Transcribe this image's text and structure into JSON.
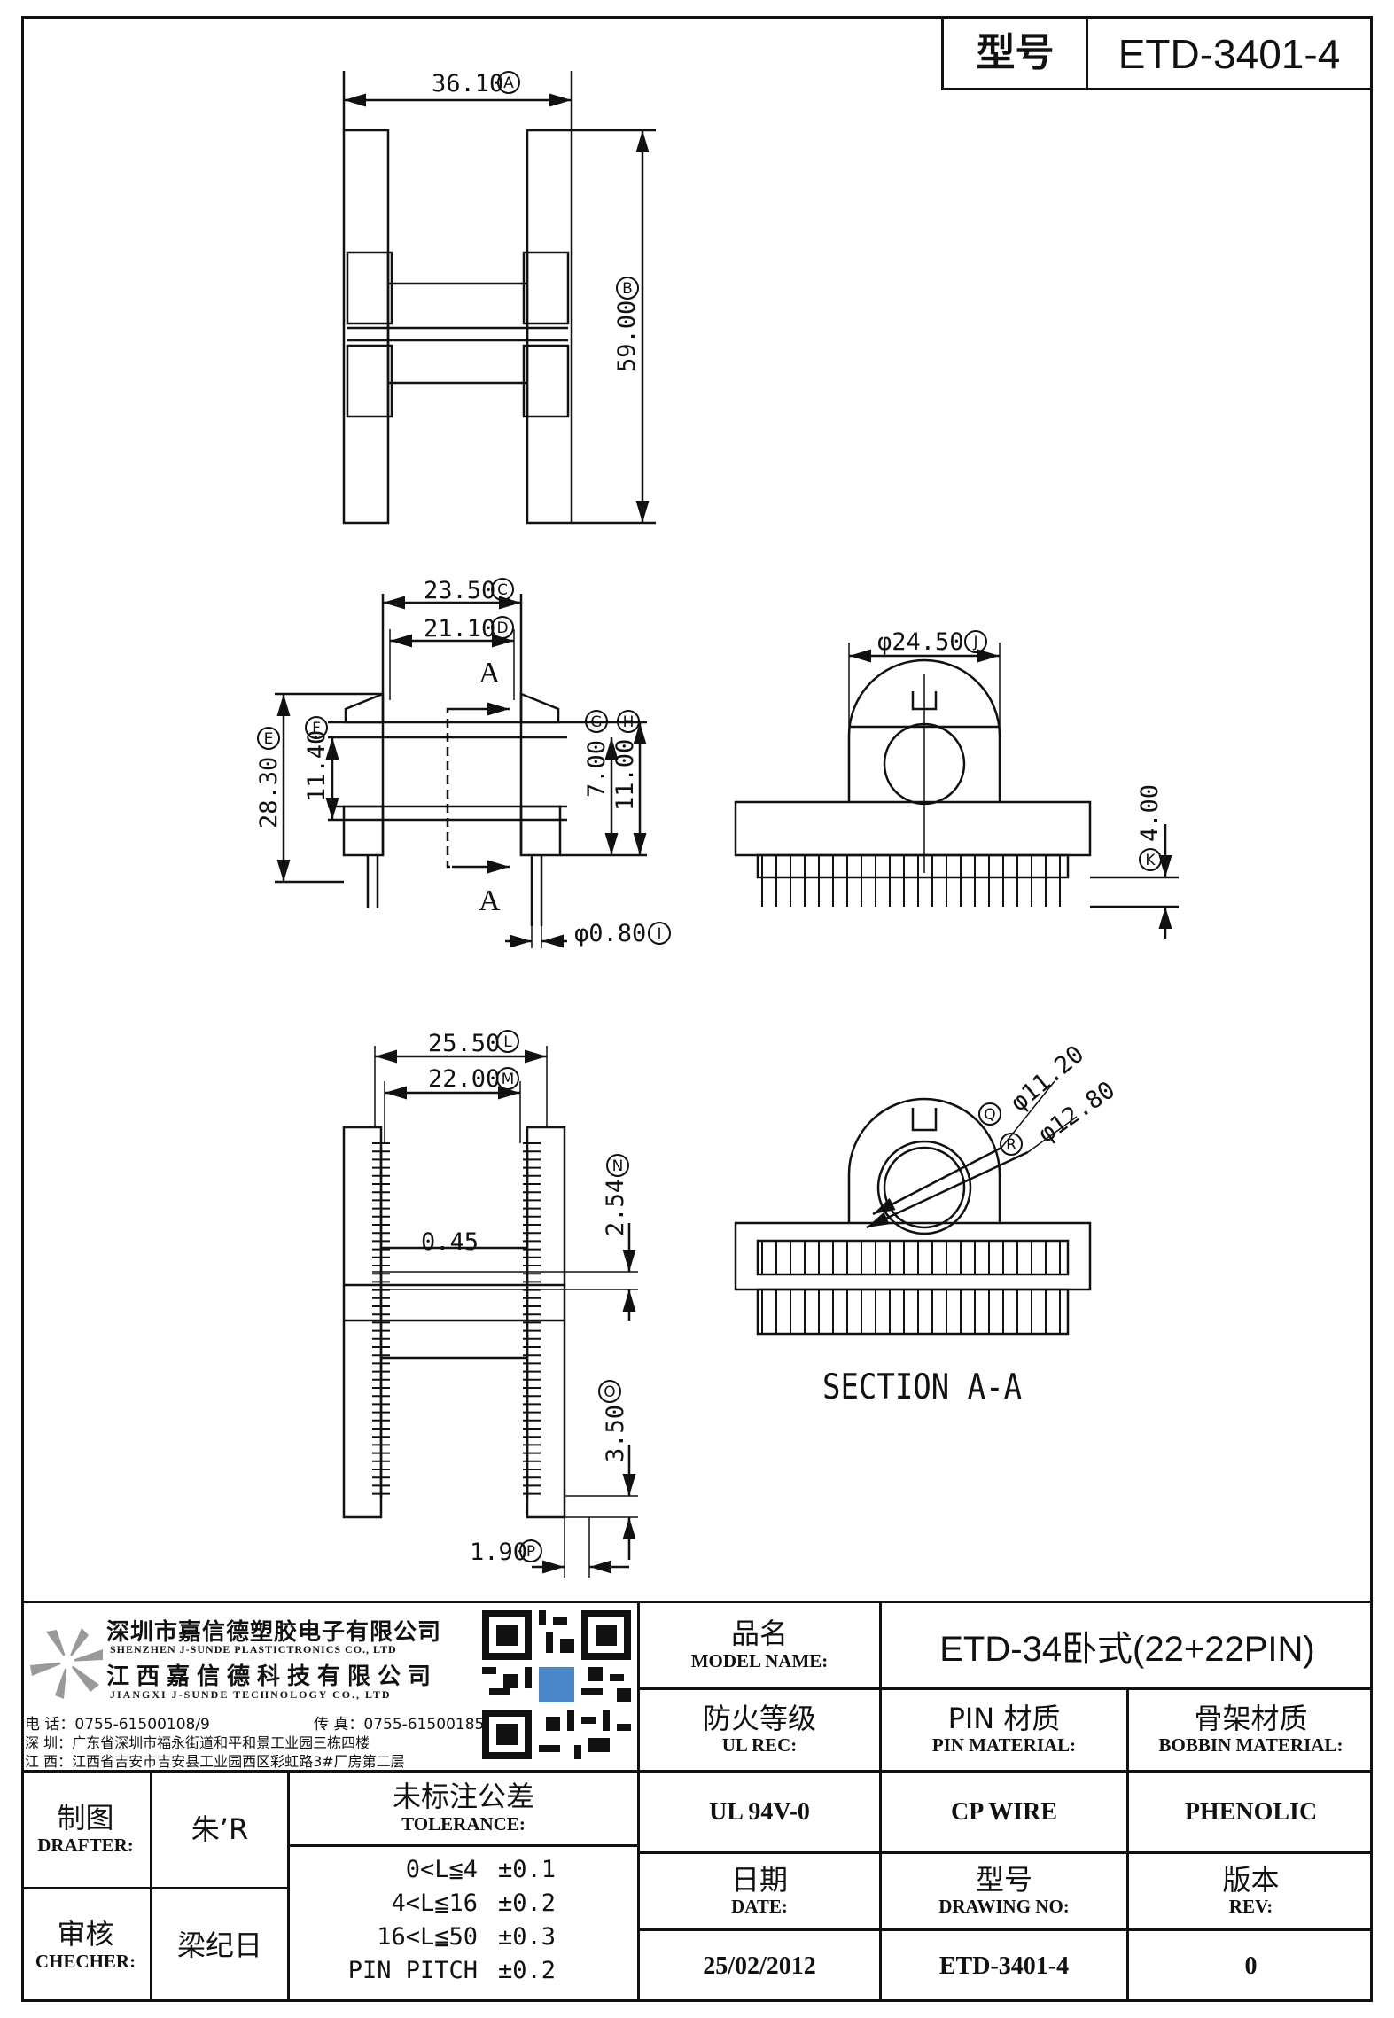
{
  "header": {
    "model_label": "型号",
    "model_value": "ETD-3401-4"
  },
  "dimensions": {
    "A": "36.10",
    "B": "59.00",
    "C": "23.50",
    "D": "21.10",
    "E": "28.30",
    "F": "11.40",
    "G": "7.00",
    "H": "11.00",
    "I": "φ0.80",
    "J": "φ24.50",
    "K": "4.00",
    "L": "25.50",
    "M": "22.00",
    "N": "2.54",
    "O": "3.50",
    "P": "1.90",
    "Q": "φ11.20",
    "R": "φ12.80",
    "pin": "0.45"
  },
  "labels": {
    "A": "A",
    "B": "B",
    "C": "C",
    "D": "D",
    "E": "E",
    "F": "F",
    "G": "G",
    "H": "H",
    "I": "I",
    "J": "J",
    "K": "K",
    "L": "L",
    "M": "M",
    "N": "N",
    "O": "O",
    "P": "P",
    "Q": "Q",
    "R": "R"
  },
  "section": {
    "marker": "A",
    "title": "SECTION A-A"
  },
  "company": {
    "name_cn_1": "深圳市嘉信德塑胶电子有限公司",
    "name_en_1": "SHENZHEN J-SUNDE PLASTICTRONICS CO., LTD",
    "name_cn_2": "江西嘉信德科技有限公司",
    "name_en_2": "JIANGXI J-SUNDE TECHNOLOGY CO., LTD",
    "tel": "电  话：0755-61500108/9",
    "fax": "传 真：0755-61500185",
    "addr_sz": "深  圳：广东省深圳市福永街道和平和景工业园三栋四楼",
    "addr_jx": "江  西：江西省吉安市吉安县工业园西区彩虹路3#厂房第二层"
  },
  "title_block": {
    "model_name_cn": "品名",
    "model_name_en": "MODEL NAME:",
    "model_name_value": "ETD-34卧式(22+22PIN)",
    "ul_cn": "防火等级",
    "ul_en": "UL REC:",
    "ul_value": "UL 94V-0",
    "pin_cn": "PIN 材质",
    "pin_en": "PIN MATERIAL:",
    "pin_value": "CP WIRE",
    "bobbin_cn": "骨架材质",
    "bobbin_en": "BOBBIN MATERIAL:",
    "bobbin_value": "PHENOLIC",
    "drafter_cn": "制图",
    "drafter_en": "DRAFTER:",
    "drafter_value": "朱’R",
    "checker_cn": "审核",
    "checker_en": "CHECHER:",
    "checker_value": "梁纪日",
    "tol_cn": "未标注公差",
    "tol_en": "TOLERANCE:",
    "date_cn": "日期",
    "date_en": "DATE:",
    "date_value": "25/02/2012",
    "dwg_cn": "型号",
    "dwg_en": "DRAWING NO:",
    "dwg_value": "ETD-3401-4",
    "rev_cn": "版本",
    "rev_en": "REV:",
    "rev_value": "0"
  },
  "tolerances": [
    {
      "range": "0<L≦4",
      "tol": "±0.1"
    },
    {
      "range": "4<L≦16",
      "tol": "±0.2"
    },
    {
      "range": "16<L≦50",
      "tol": "±0.3"
    },
    {
      "range": "PIN PITCH",
      "tol": "±0.2"
    }
  ]
}
